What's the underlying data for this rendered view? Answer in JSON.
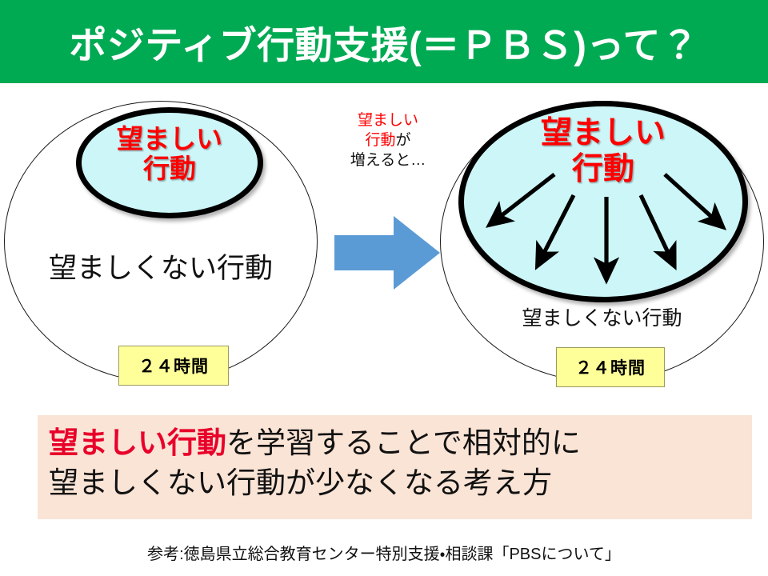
{
  "header": {
    "title": "ポジティブ行動支援(＝ＰＢＳ)って？",
    "background_color": "#00AA53",
    "text_color": "#FFFFFF"
  },
  "diagram": {
    "left_circle": {
      "desired_label_line1": "望ましい",
      "desired_label_line2": "行動",
      "desired_label_color": "#FF0000",
      "inner_fill_color": "#CCF6F7",
      "undesired_label": "望ましくない行動",
      "hours_box_label": "２４時間",
      "hours_box_color": "#FFFF99"
    },
    "middle": {
      "caption_red": "望ましい",
      "caption_red2": "行動",
      "caption_black": "が",
      "caption_line3": "増えると…",
      "arrow_name": "right-arrow",
      "arrow_color": "#5B9BD5"
    },
    "right_circle": {
      "desired_label_line1": "望ましい",
      "desired_label_line2": "行動",
      "desired_label_color": "#FF0000",
      "inner_fill_color": "#CCF6F7",
      "undesired_label": "望ましくない行動",
      "hours_box_label": "２４時間",
      "hours_box_color": "#FFFF99",
      "arrow_count": 5
    }
  },
  "summary": {
    "line1_red": "望ましい行動",
    "line1_black": "を学習することで相対的に",
    "line2": "望ましくない行動が少なくなる考え方",
    "background_color": "#FAE4D6",
    "red_color": "#E8002A"
  },
  "footer": {
    "note": "参考:徳島県立総合教育センター特別支援・相談課「PBSについて」"
  }
}
